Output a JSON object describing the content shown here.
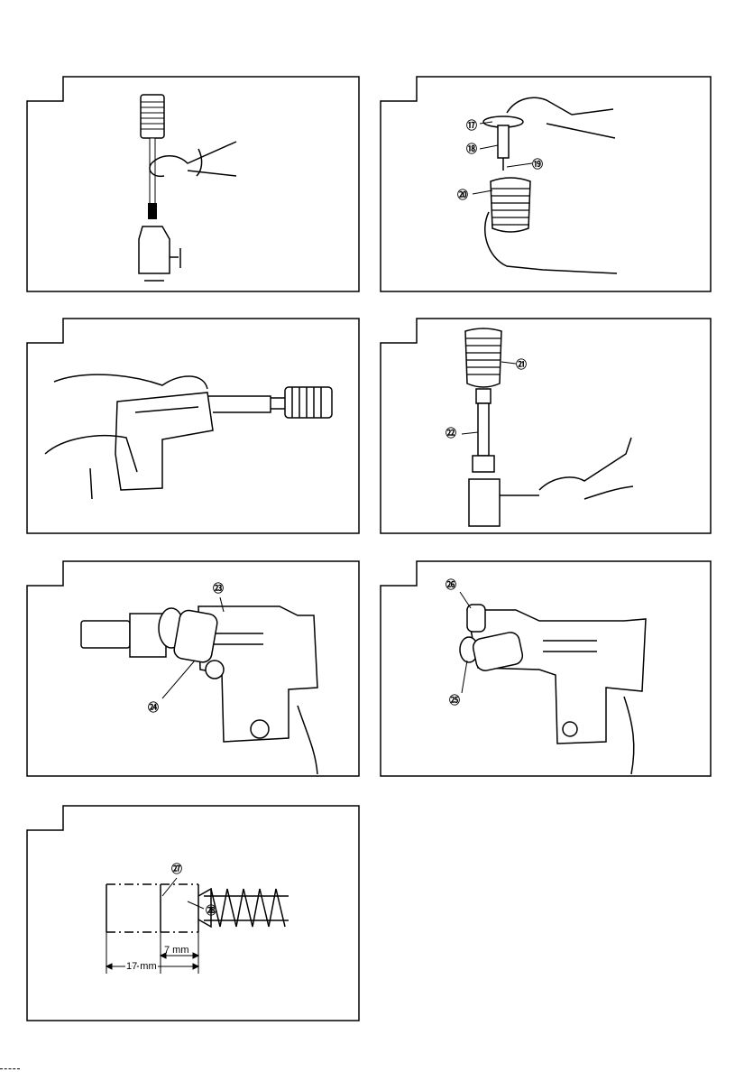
{
  "figures": [
    {
      "id": "fig1",
      "callouts": []
    },
    {
      "id": "fig2",
      "callouts": [
        "⑰",
        "⑱",
        "⑲",
        "⑳"
      ]
    },
    {
      "id": "fig3",
      "callouts": []
    },
    {
      "id": "fig4",
      "callouts": [
        "㉑",
        "㉒"
      ]
    },
    {
      "id": "fig5",
      "callouts": [
        "㉓",
        "㉔"
      ]
    },
    {
      "id": "fig6",
      "callouts": [
        "㉖",
        "㉕"
      ]
    },
    {
      "id": "fig7",
      "callouts": [
        "㉗",
        "㉘"
      ],
      "dimensions": [
        "7 mm",
        "17 mm"
      ]
    }
  ]
}
